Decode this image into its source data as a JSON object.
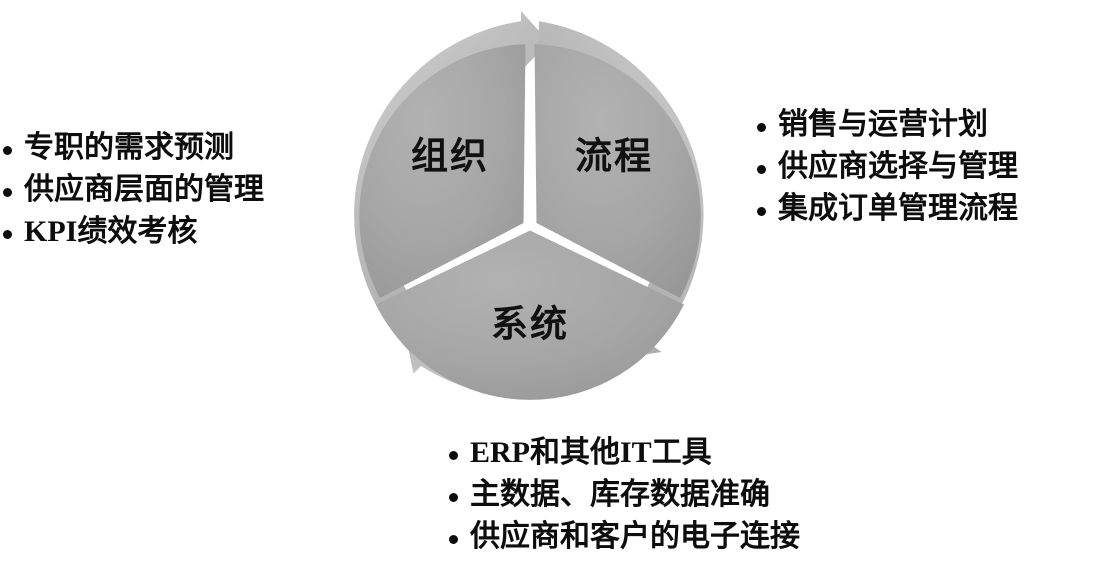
{
  "diagram": {
    "type": "three-part-cycle",
    "title": "",
    "rotation": "clockwise",
    "colors": {
      "segment_fill": "#a5a5a5",
      "ring_fill": "#b3b3b3",
      "ring_highlight": "#cfcfcf",
      "ring_shadow": "#9a9a9a",
      "gap": "#ffffff",
      "label_text": "#111111",
      "bullet_text": "#0d0d0d"
    },
    "segments": [
      {
        "id": "organization",
        "label": "组织",
        "position": "top-left"
      },
      {
        "id": "process",
        "label": "流程",
        "position": "top-right"
      },
      {
        "id": "system",
        "label": "系统",
        "position": "bottom"
      }
    ],
    "arrows": [
      {
        "id": "arrow-top",
        "points_to": "process",
        "direction": "clockwise"
      },
      {
        "id": "arrow-right",
        "points_to": "system",
        "direction": "clockwise"
      },
      {
        "id": "arrow-left",
        "points_to": "organization",
        "direction": "clockwise"
      }
    ]
  },
  "lists": {
    "organization": {
      "for_segment": "组织",
      "align": "left",
      "items": [
        "专职的需求预测",
        "供应商层面的管理",
        "KPI绩效考核"
      ]
    },
    "process": {
      "for_segment": "流程",
      "align": "left",
      "items": [
        "销售与运营计划",
        "供应商选择与管理",
        "集成订单管理流程"
      ]
    },
    "system": {
      "for_segment": "系统",
      "align": "left",
      "items": [
        "ERP和其他IT工具",
        "主数据、库存数据准确",
        "供应商和客户的电子连接"
      ]
    }
  }
}
